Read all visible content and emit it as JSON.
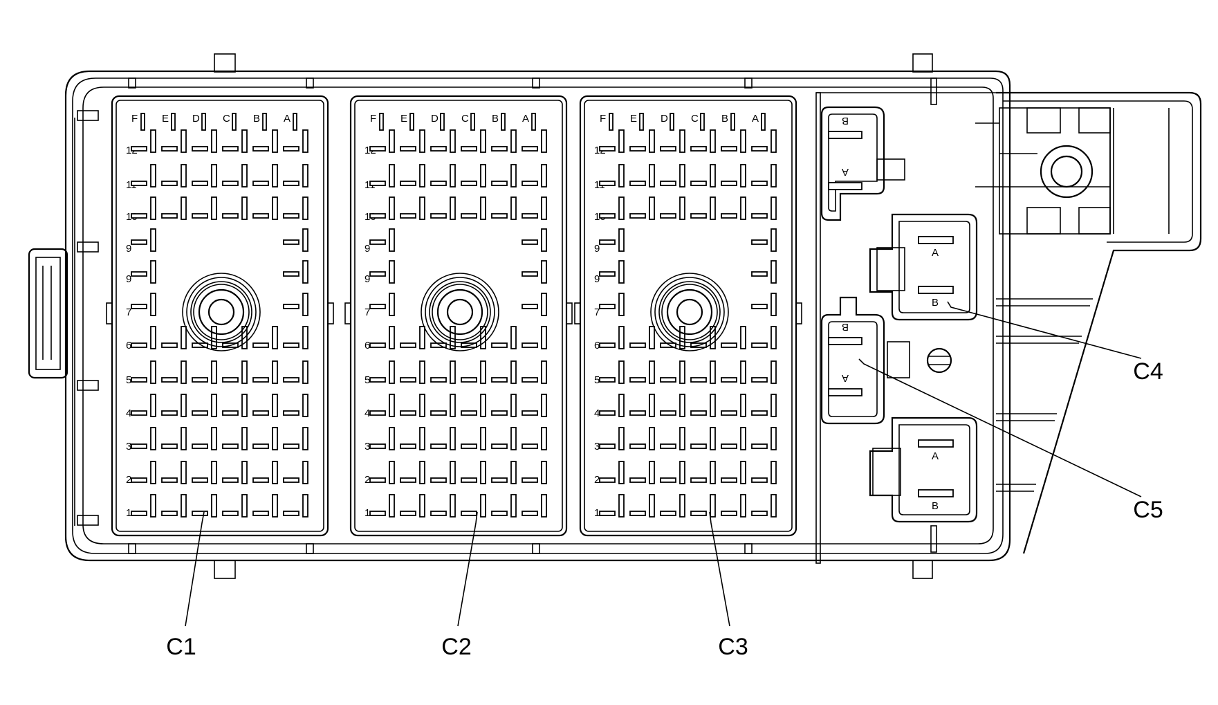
{
  "columns": [
    "F",
    "E",
    "D",
    "C",
    "B",
    "A"
  ],
  "rows": [
    "12",
    "11",
    "10",
    "9",
    "9",
    "7",
    "6",
    "5",
    "4",
    "3",
    "2",
    "1"
  ],
  "callouts": {
    "c1": "C1",
    "c2": "C2",
    "c3": "C3",
    "c4": "C4",
    "c5": "C5"
  },
  "small_connectors": {
    "top": {
      "top_label": "B",
      "bottom_label": "A"
    },
    "c4": {
      "top_label": "A",
      "bottom_label": "B"
    },
    "c5": {
      "top_label": "B",
      "bottom_label": "A"
    },
    "bottom": {
      "top_label": "A",
      "bottom_label": "B"
    }
  }
}
